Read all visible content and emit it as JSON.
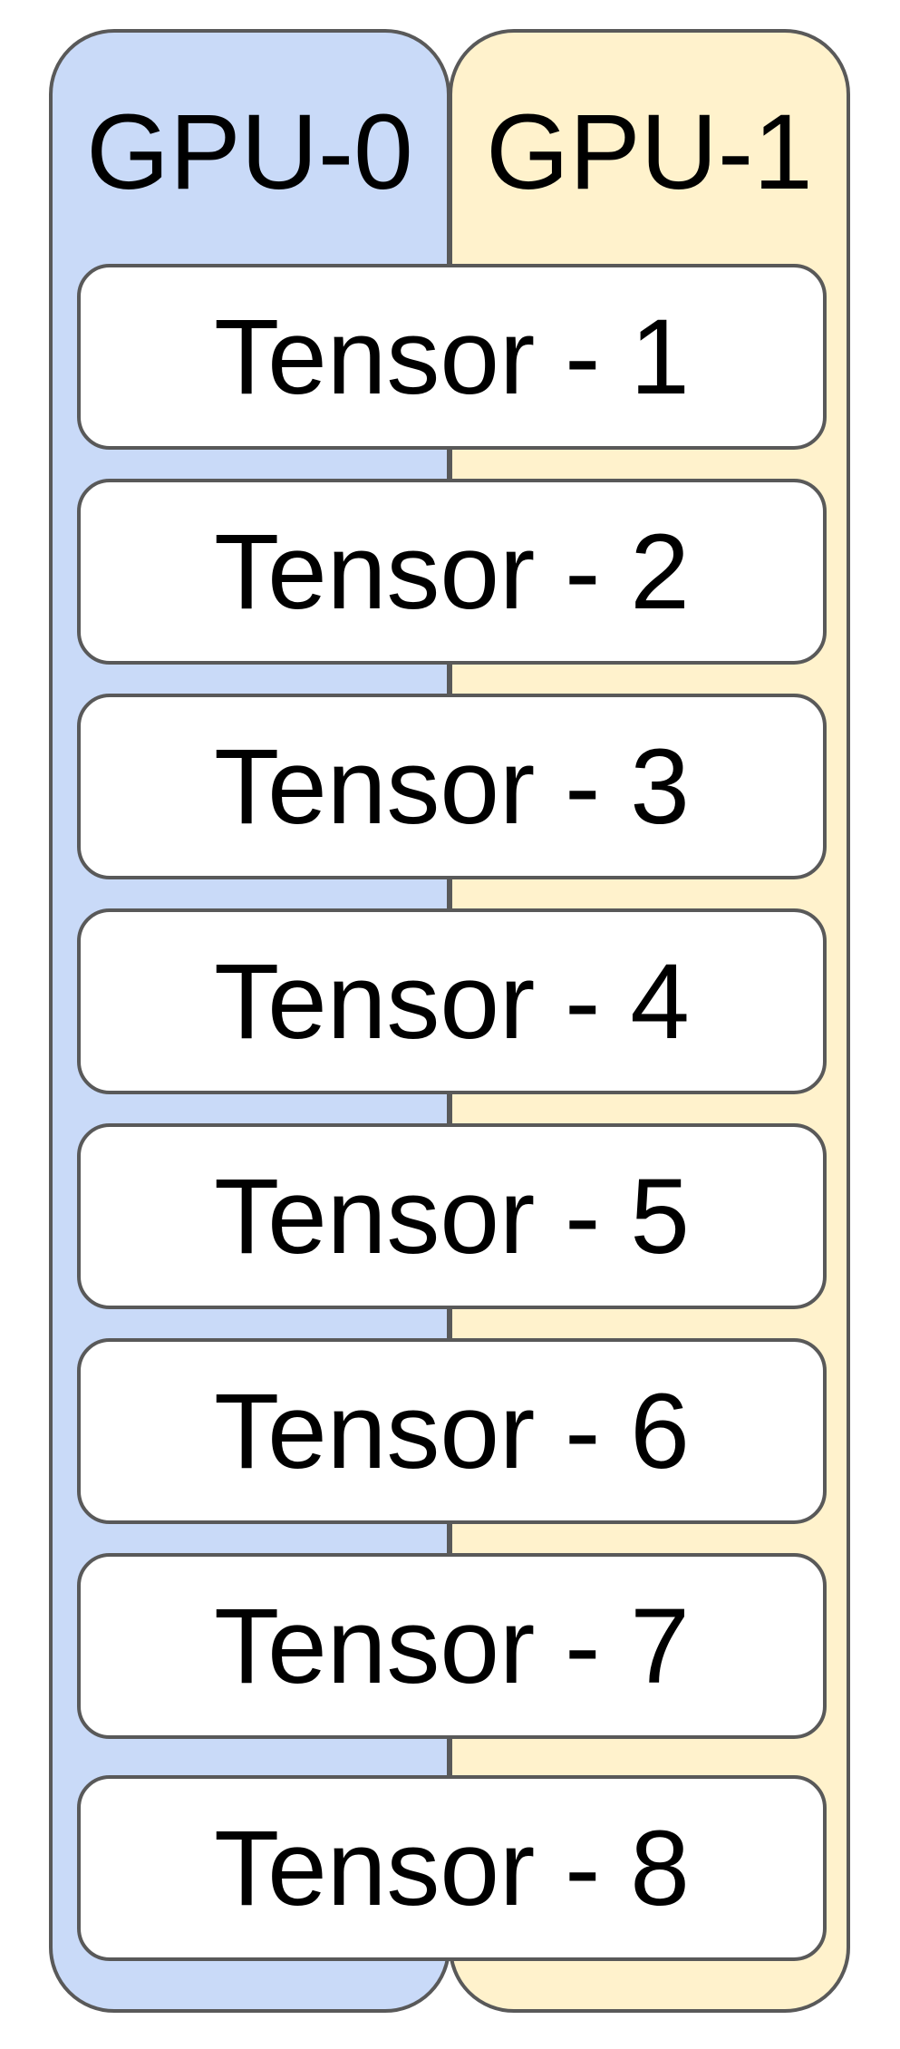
{
  "gpus": [
    {
      "label": "GPU-0",
      "color": "#c9daf8"
    },
    {
      "label": "GPU-1",
      "color": "#fff2cc"
    }
  ],
  "tensors": [
    "Tensor - 1",
    "Tensor - 2",
    "Tensor - 3",
    "Tensor - 4",
    "Tensor - 5",
    "Tensor - 6",
    "Tensor - 7",
    "Tensor - 8"
  ],
  "colors": {
    "border": "#595959",
    "tensor_fill": "#ffffff",
    "text": "#000000"
  }
}
